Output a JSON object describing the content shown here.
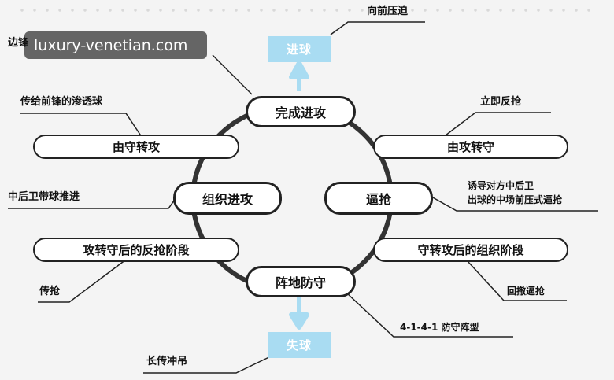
{
  "watermark": "luxury-venetian.com",
  "outcomes": {
    "goal": "进球",
    "lost_ball": "失球"
  },
  "cycle": {
    "attack_finish": "完成进攻",
    "organize_attack": "组织进攻",
    "press": "逼抢",
    "defend_position": "阵地防守"
  },
  "transitions": {
    "defense_to_attack_top": "由守转攻",
    "attack_to_defense_top": "由攻转守",
    "attack_to_defense_counterpress": "攻转守后的反抢阶段",
    "defense_to_attack_organize": "守转攻后的组织阶段"
  },
  "notes": {
    "push_forward": "向前压迫",
    "wing": "边锋",
    "through_ball": "传给前锋的渗透球",
    "cb_carry": "中后卫带球推进",
    "pass_steal": "传抢",
    "long_ball": "长传冲吊",
    "immediate_counterpress": "立即反抢",
    "induce_line1": "诱导对方中后卫",
    "induce_line2": "出球的中场前压式逼抢",
    "fallback_press": "回撤逼抢",
    "formation": "4-1-4-1 防守阵型"
  },
  "colors": {
    "accent_blue": "#a9dcf2",
    "ring": "#333333"
  }
}
